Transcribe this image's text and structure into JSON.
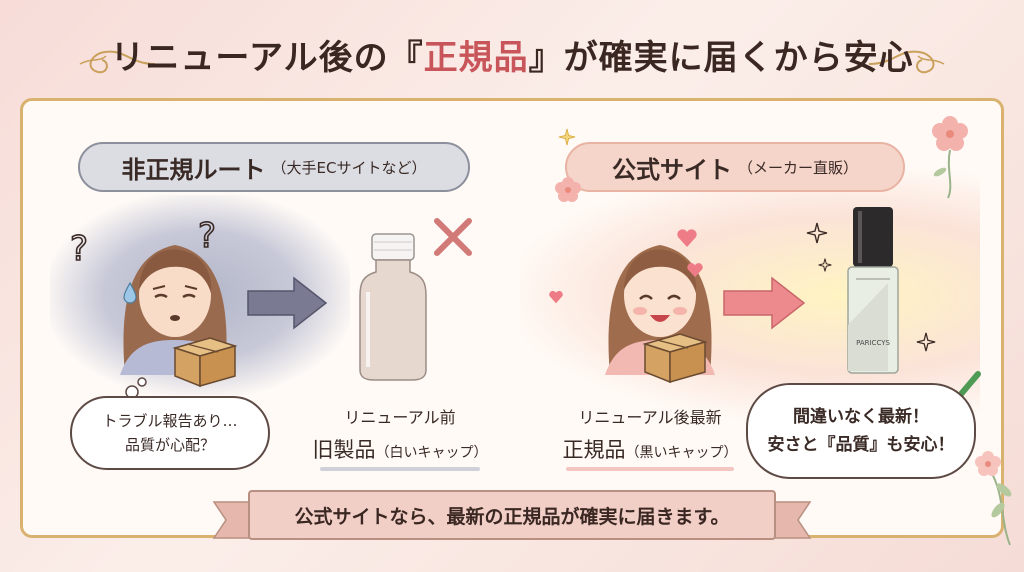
{
  "title": {
    "before": "リニューアル後の『",
    "accent": "正規品",
    "after": "』が確実に届くから安心"
  },
  "left_panel": {
    "heading": "非正規ルート",
    "heading_note": "（大手ECサイトなど）",
    "thought_line1": "トラブル報告あり…",
    "thought_line2": "品質が心配？",
    "caption_line1": "リニューアル前",
    "caption_main": "旧製品",
    "caption_note": "（白いキャップ）"
  },
  "right_panel": {
    "heading": "公式サイト",
    "heading_note": "（メーカー直販）",
    "caption_line1": "リニューアル後最新",
    "caption_main": "正規品",
    "caption_note": "（黒いキャップ）",
    "speech_line1": "間違いなく最新！",
    "speech_line2": "安さと『品質』も安心！",
    "product_brand": "PARICCYS"
  },
  "banner": "公式サイトなら、最新の正規品が確実に届きます。",
  "colors": {
    "accent": "#c8555a",
    "frame": "#d8b26e",
    "cross": "#d27a78",
    "check": "#4f9a55",
    "arrow_left": "#7b7a93",
    "arrow_right": "#ec8a8e"
  },
  "icons": [
    "question-mark-icon",
    "cardboard-box-icon",
    "arrow-right-icon",
    "cross-icon",
    "check-icon",
    "heart-icon",
    "sparkle-icon",
    "flower-icon",
    "sweat-drop-icon"
  ]
}
